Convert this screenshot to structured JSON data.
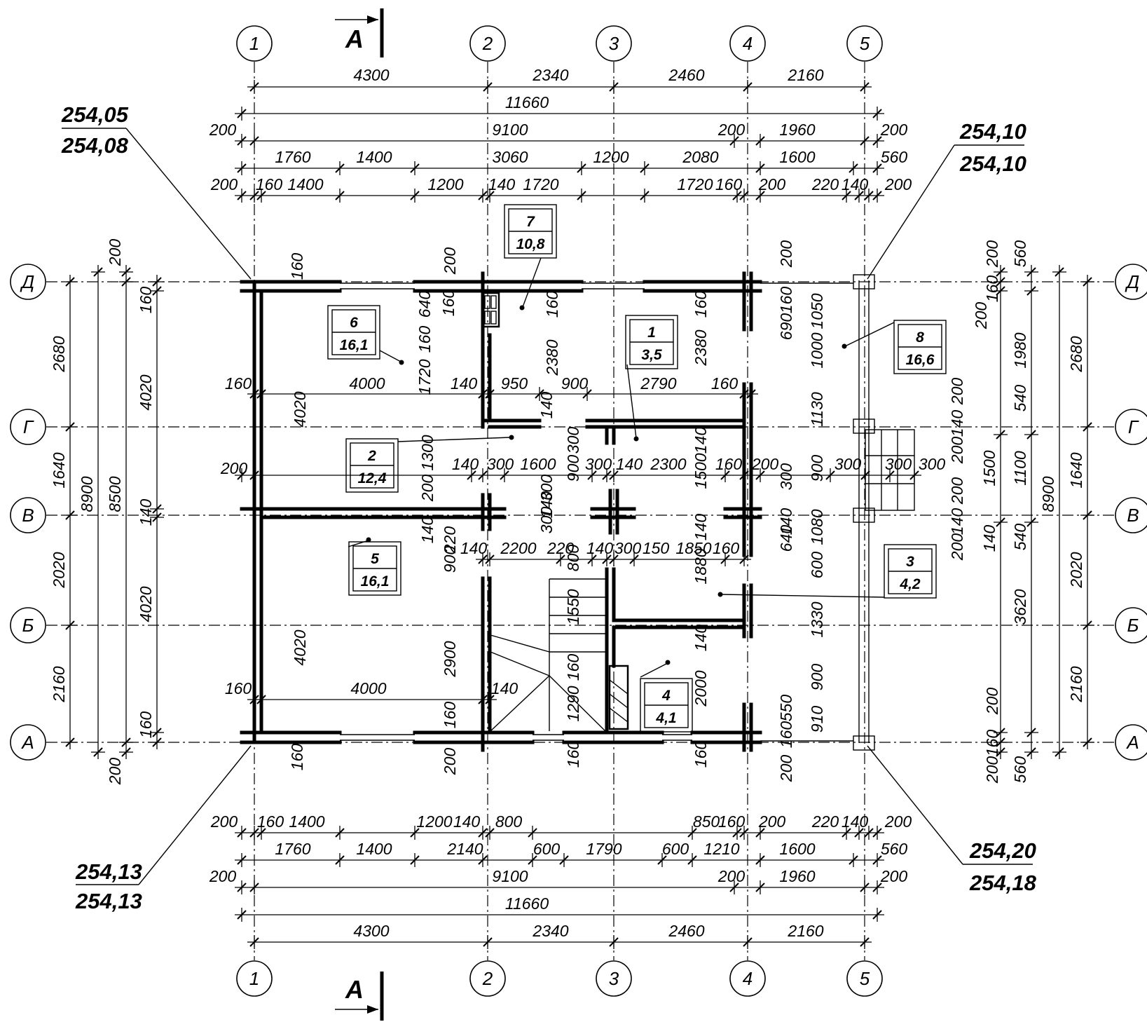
{
  "axes_vertical": [
    "1",
    "2",
    "3",
    "4",
    "5"
  ],
  "axes_horizontal": [
    "Д",
    "Г",
    "В",
    "Б",
    "А"
  ],
  "section_mark": "А",
  "elevations": {
    "top_left": [
      "254,05",
      "254,08"
    ],
    "top_right": [
      "254,10",
      "254,10"
    ],
    "bottom_left": [
      "254,13",
      "254,13"
    ],
    "bottom_right": [
      "254,20",
      "254,18"
    ]
  },
  "rooms": [
    {
      "number": "1",
      "area": "3,5"
    },
    {
      "number": "2",
      "area": "12,4"
    },
    {
      "number": "3",
      "area": "4,2"
    },
    {
      "number": "4",
      "area": "4,1"
    },
    {
      "number": "5",
      "area": "16,1"
    },
    {
      "number": "6",
      "area": "16,1"
    },
    {
      "number": "7",
      "area": "10,8"
    },
    {
      "number": "8",
      "area": "16,6"
    }
  ],
  "dims_top": {
    "row1": [
      "4300",
      "2340",
      "2460",
      "2160"
    ],
    "row2": [
      "11660"
    ],
    "row3": [
      "200",
      "9100",
      "200",
      "1960",
      "200"
    ],
    "row4": [
      "1760",
      "1400",
      "3060",
      "1200",
      "2080",
      "1600",
      "560"
    ],
    "row5": [
      "200",
      "160",
      "1400",
      "1200",
      "140",
      "1720",
      "1720",
      "160",
      "200",
      "220",
      "140",
      "200"
    ]
  },
  "dims_bottom": {
    "row1": [
      "200",
      "160",
      "1400",
      "1200",
      "140",
      "800",
      "850",
      "160",
      "200",
      "220",
      "140",
      "200"
    ],
    "row2": [
      "1760",
      "1400",
      "2140",
      "600",
      "1790",
      "600",
      "1210",
      "1600",
      "560"
    ],
    "row3": [
      "200",
      "9100",
      "200",
      "1960",
      "200"
    ],
    "row4": [
      "11660"
    ],
    "row5": [
      "4300",
      "2340",
      "2460",
      "2160"
    ]
  },
  "dims_left": {
    "outer": [
      "2680",
      "1640",
      "2020",
      "2160"
    ],
    "mid": [
      "8900",
      "8500"
    ],
    "inner": [
      "200",
      "160",
      "4020",
      "140",
      "4020",
      "160",
      "200"
    ]
  },
  "dims_right": {
    "outer": [
      "2680",
      "1640",
      "2020",
      "2160"
    ],
    "mid": [
      "8900"
    ],
    "inner": [
      "560",
      "200",
      "160",
      "200",
      "1980",
      "540",
      "200",
      "140",
      "200",
      "1500",
      "1100",
      "200",
      "140",
      "200",
      "140",
      "540",
      "3620",
      "200",
      "200",
      "160",
      "560"
    ]
  },
  "dims_interior": {
    "horizontal": [
      "160",
      "4000",
      "140",
      "950",
      "900",
      "2790",
      "160",
      "200",
      "140",
      "300",
      "1600",
      "300",
      "140",
      "2300",
      "160",
      "200",
      "300",
      "300",
      "300",
      "140",
      "2200",
      "220",
      "140",
      "300",
      "150",
      "1850",
      "160",
      "160",
      "4000",
      "140"
    ],
    "vertical": [
      "160",
      "640",
      "160",
      "1720",
      "160",
      "200",
      "2380",
      "160",
      "2380",
      "160",
      "200",
      "690",
      "160",
      "1050",
      "1000",
      "1130",
      "4020",
      "1300",
      "200",
      "140",
      "300",
      "300",
      "900",
      "300",
      "140",
      "140",
      "1500",
      "300",
      "900",
      "140",
      "1080",
      "640",
      "140",
      "600",
      "1330",
      "900",
      "550",
      "160",
      "910",
      "220",
      "140",
      "900",
      "800",
      "1550",
      "1880",
      "2900",
      "160",
      "1290",
      "140",
      "2000",
      "4020",
      "160",
      "160",
      "200",
      "160",
      "160",
      "200"
    ]
  }
}
